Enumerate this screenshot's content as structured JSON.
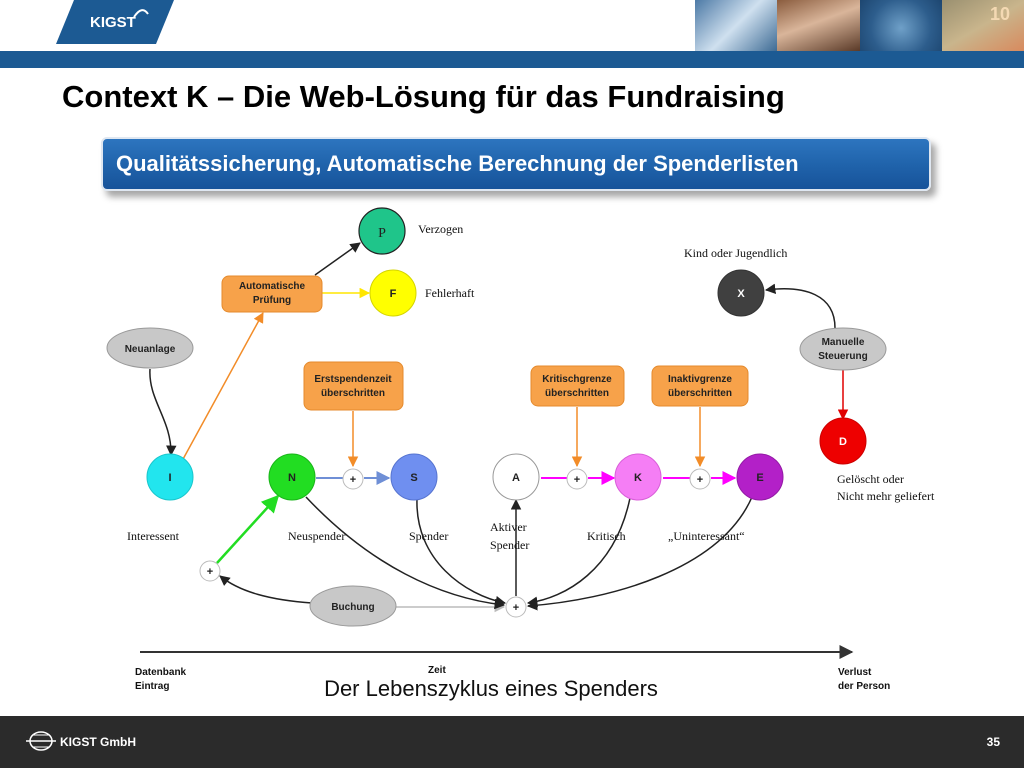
{
  "header": {
    "logo_text": "KIGST",
    "photo_badge": "10"
  },
  "slide": {
    "title": "Context K – Die Web-Lösung für das Fundraising",
    "subtitle": "Qualitätssicherung, Automatische Berechnung der Spenderlisten"
  },
  "diagram": {
    "nodes": {
      "P": "P",
      "F": "F",
      "X": "X",
      "D": "D",
      "I": "I",
      "N": "N",
      "S": "S",
      "A": "A",
      "K": "K",
      "E": "E"
    },
    "node_labels": {
      "P": "Verzogen",
      "F": "Fehlerhaft",
      "X": "Kind oder Jugendlich",
      "D_line1": "Gelöscht oder",
      "D_line2": "Nicht mehr geliefert",
      "I": "Interessent",
      "N": "Neuspender",
      "S": "Spender",
      "A_line1": "Aktiver",
      "A_line2": "Spender",
      "K": "Kritisch",
      "E": "„Uninteressant“"
    },
    "boxes": {
      "auto_line1": "Automatische",
      "auto_line2": "Prüfung",
      "neuanlage": "Neuanlage",
      "erst_line1": "Erstspendenzeit",
      "erst_line2": "überschritten",
      "krit_line1": "Kritischgrenze",
      "krit_line2": "überschritten",
      "inakt_line1": "Inaktivgrenze",
      "inakt_line2": "überschritten",
      "manuelle_line1": "Manuelle",
      "manuelle_line2": "Steuerung",
      "buchung": "Buchung"
    },
    "plus_symbol": "+",
    "timeline": {
      "start_line1": "Datenbank",
      "start_line2": "Eintrag",
      "middle": "Zeit",
      "end_line1": "Verlust",
      "end_line2": "der Person"
    },
    "caption": "Der Lebenszyklus eines Spenders"
  },
  "footer": {
    "company": "KIGST GmbH",
    "page_number": "35"
  },
  "colors": {
    "brand_blue": "#1c5a93",
    "orange_box": "#f7a24a",
    "green": "#22dd22",
    "pink": "#ff00ff"
  }
}
